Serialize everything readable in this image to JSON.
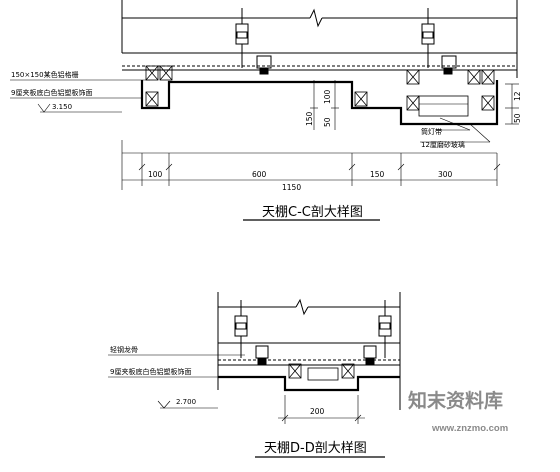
{
  "section_cc": {
    "title": "天棚C-C剖大样图",
    "labels": {
      "grille": "150×150某色铝格栅",
      "board": "9厘夹板底白色铝塑板饰面",
      "elevation": "3.150",
      "light_trough": "筒灯带",
      "glass": "12厘磨砂玻璃"
    },
    "vertical_dims": [
      "150",
      "100",
      "50",
      "12",
      "50"
    ],
    "horizontal_dims": [
      "100",
      "600",
      "150",
      "300"
    ],
    "total_dim": "1150"
  },
  "section_dd": {
    "title": "天棚D-D剖大样图",
    "labels": {
      "keel": "轻钢龙骨",
      "board": "9厘夹板底白色铝塑板饰面",
      "elevation": "2.700"
    },
    "horizontal_dims": [
      "200"
    ]
  },
  "watermark": {
    "brand": "知末资料库",
    "url": "www.znzmo.com"
  }
}
